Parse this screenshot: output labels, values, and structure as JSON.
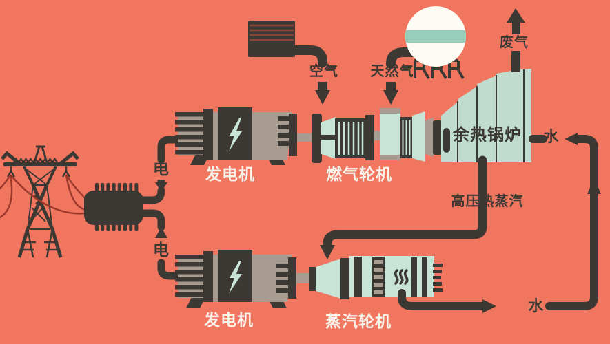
{
  "palette": {
    "bg": "#F1765F",
    "ink": "#3C3833",
    "taupe": "#A89C91",
    "mint": "#C7E4D6",
    "mintd": "#BFDCCE",
    "white": "#FCFCF4",
    "teal": "#98CFBC",
    "wire": "#9D392C",
    "whitetext": "#F8F4EC"
  },
  "labels": {
    "electricity": "电",
    "generator": "发电机",
    "gas_turbine": "燃气轮机",
    "steam_turbine": "蒸汽轮机",
    "waste_heat_boiler": "余热锅炉",
    "air": "空气",
    "natural_gas": "天然气",
    "exhaust_gas": "废气",
    "hp_steam": "高压热蒸汽",
    "water": "水"
  },
  "icons": {
    "generator_badge": "lightning-bolt",
    "steam_turbine_badge": "steam-waves",
    "watermark": "white-circle-with-teal-band",
    "flow_arrows": "triangle-arrowheads",
    "left_structure": "transmission-tower",
    "oval_device": "transformer-with-fins"
  }
}
